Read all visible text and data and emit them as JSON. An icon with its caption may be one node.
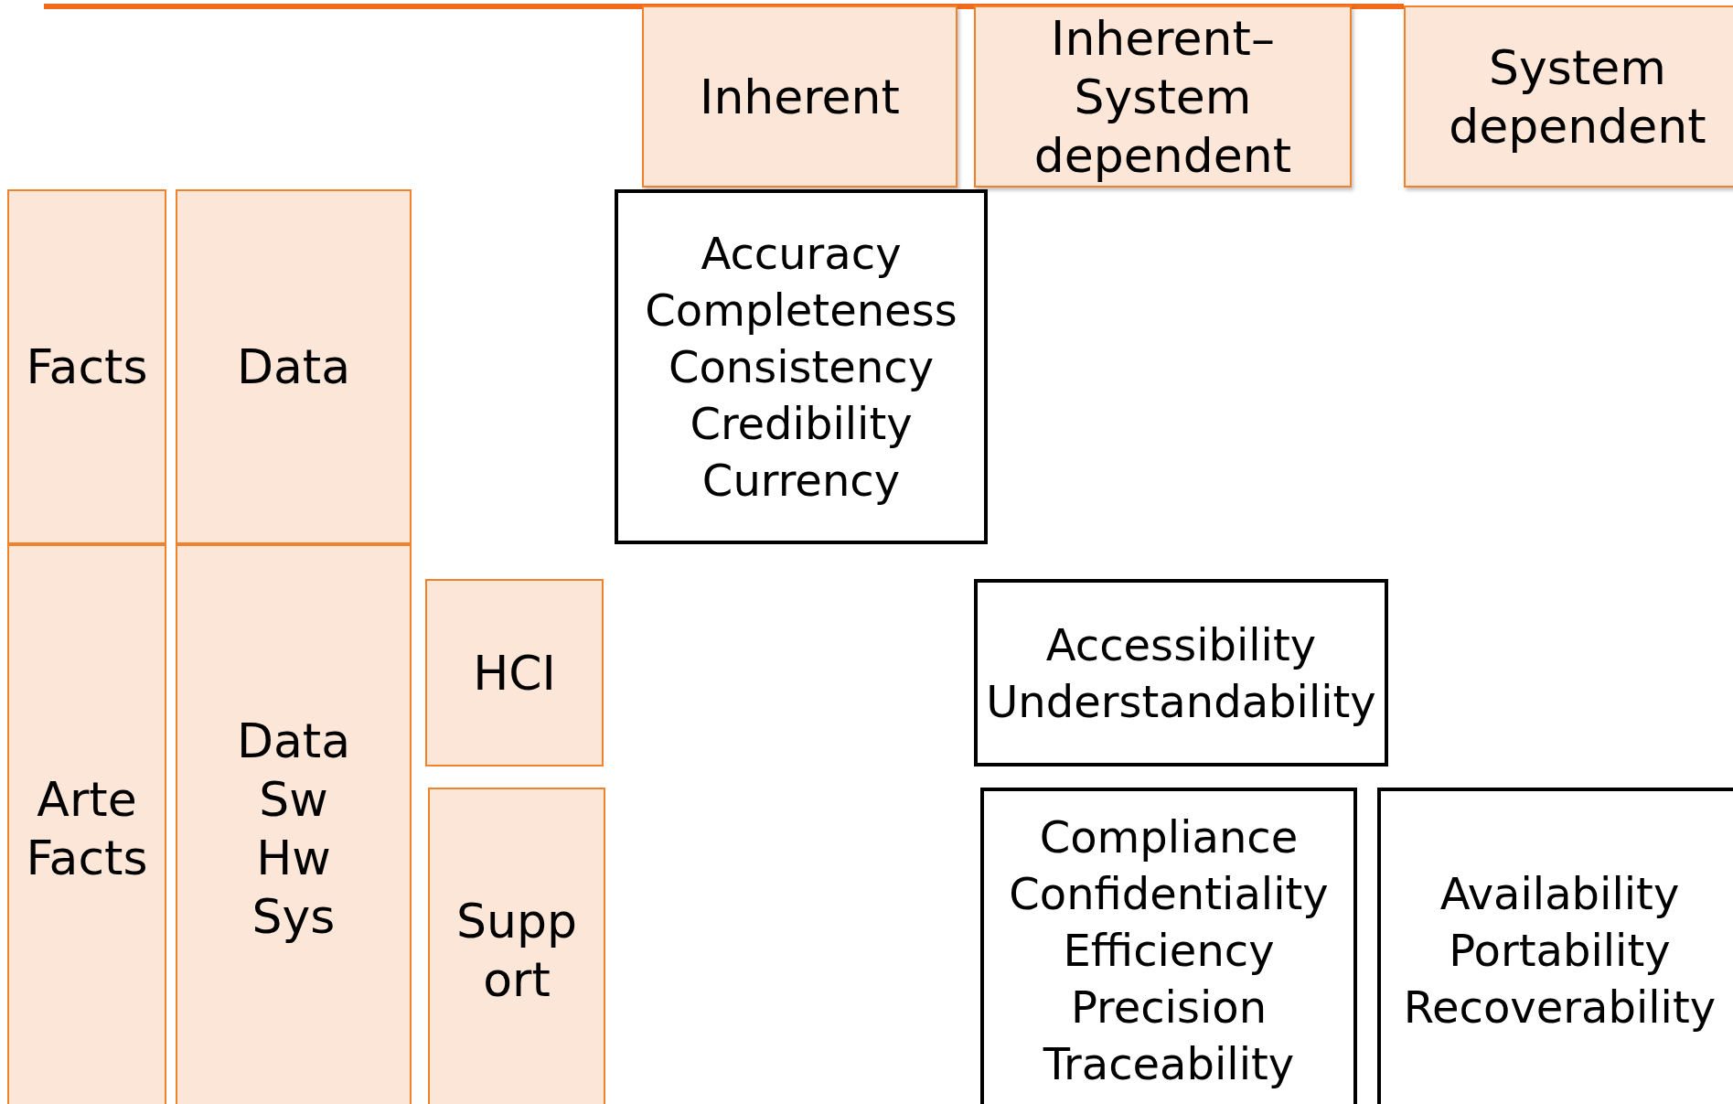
{
  "diagram": {
    "nodes": [
      {
        "text": [
          "Inherent"
        ]
      },
      {
        "text": [
          "Inherent– System dependent"
        ]
      },
      {
        "text": [
          "System dependent"
        ]
      },
      {
        "text": [
          "Facts"
        ]
      },
      {
        "text": [
          "Data"
        ]
      },
      {
        "text": [
          "Arte Facts"
        ]
      },
      {
        "text": [
          "Data Sw Hw Sys"
        ]
      },
      {
        "text": [
          "HCI"
        ]
      },
      {
        "text": [
          "Supp ort"
        ]
      },
      {
        "text": [
          "Accuracy Completeness Consistency Credibility Currency"
        ]
      },
      {
        "text": [
          "Accessibility Understandability"
        ]
      },
      {
        "text": [
          "Compliance Confidentiality Efficiency Precision Traceability"
        ]
      },
      {
        "text": [
          "Availability Portability Recoverability"
        ]
      }
    ],
    "edges": []
  }
}
